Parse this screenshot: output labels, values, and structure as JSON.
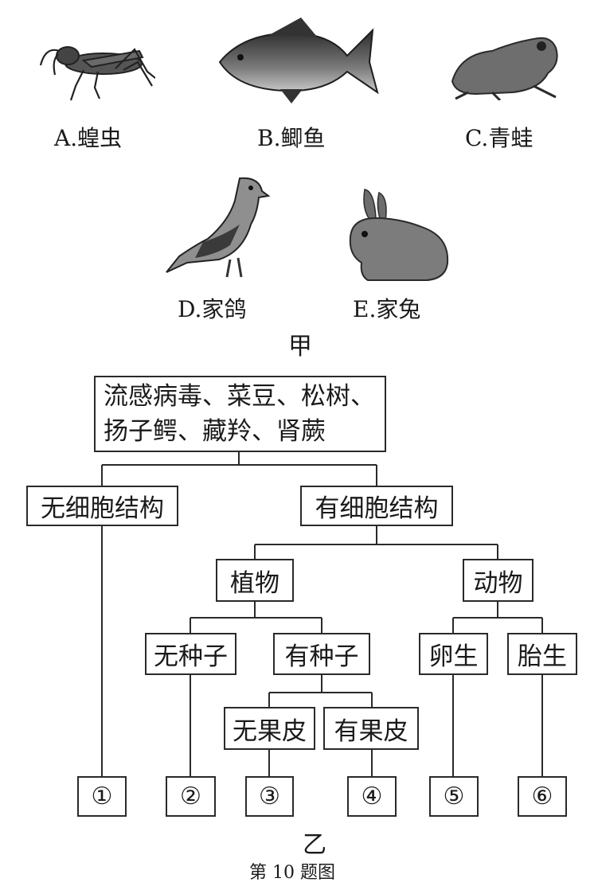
{
  "figure_jia": {
    "animals": [
      {
        "id": "A",
        "caption": "A.蝗虫",
        "icon": "grasshopper"
      },
      {
        "id": "B",
        "caption": "B.鲫鱼",
        "icon": "fish"
      },
      {
        "id": "C",
        "caption": "C.青蛙",
        "icon": "frog"
      },
      {
        "id": "D",
        "caption": "D.家鸽",
        "icon": "pigeon"
      },
      {
        "id": "E",
        "caption": "E.家兔",
        "icon": "rabbit"
      }
    ],
    "label": "甲"
  },
  "figure_yi": {
    "root": {
      "line1": "流感病毒、菜豆、松树、",
      "line2": "扬子鳄、藏羚、肾蕨"
    },
    "no_cell": "无细胞结构",
    "has_cell": "有细胞结构",
    "plant": "植物",
    "animal": "动物",
    "no_seed": "无种子",
    "has_seed": "有种子",
    "no_pericarp": "无果皮",
    "has_pericarp": "有果皮",
    "oviparous": "卵生",
    "viviparous": "胎生",
    "leaves": [
      "①",
      "②",
      "③",
      "④",
      "⑤",
      "⑥"
    ],
    "label": "乙"
  },
  "figure_title": "第 10 题图"
}
